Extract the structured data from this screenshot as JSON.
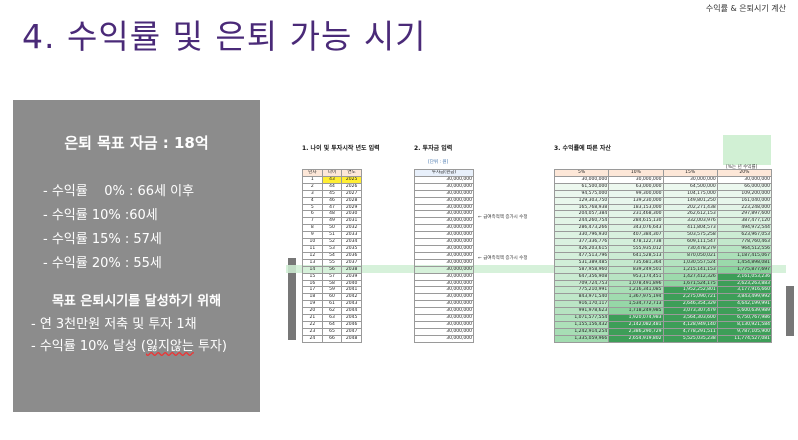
{
  "slide_tag": "수익률 & 은퇴시기 계산",
  "title": "4. 수익률 및 은퇴 가능 시기",
  "panel": {
    "goal": "은퇴 목표 자금 : 18억",
    "plan": [
      "- 수익률    0% : 66세 이후",
      "- 수익률 10% :60세",
      "- 수익률 15% : 57세",
      "- 수익률 20% : 55세"
    ],
    "target_title": "목표 은퇴시기를 달성하기 위해",
    "step1": "- 연 3천만원 저축 및 투자 1채",
    "step2_a": "- 수익률 10% 달성 (",
    "step2_b": "잃지않는",
    "step2_c": " 투자)"
  },
  "sheet": {
    "sec1": "1. 나이 및 투자시작 년도 입력",
    "sec2": "2. 투자금 입력",
    "sec3": "3. 수익률에 따른 자산",
    "unit": "[단위 : 원]",
    "ret_note": "[%는 년 수익률]",
    "note": "← 급여측적액 증가시 수정",
    "age_headers": [
      "년차",
      "나이",
      "연도"
    ],
    "inv_header": "투자금(원금)",
    "ret_headers": [
      "5%",
      "10%",
      "15%",
      "20%"
    ],
    "age_rows": [
      [
        "1",
        "43",
        "2025"
      ],
      [
        "2",
        "44",
        "2026"
      ],
      [
        "3",
        "45",
        "2027"
      ],
      [
        "4",
        "46",
        "2028"
      ],
      [
        "5",
        "47",
        "2029"
      ],
      [
        "6",
        "48",
        "2030"
      ],
      [
        "7",
        "49",
        "2031"
      ],
      [
        "8",
        "50",
        "2032"
      ],
      [
        "9",
        "51",
        "2033"
      ],
      [
        "10",
        "52",
        "2034"
      ],
      [
        "11",
        "53",
        "2035"
      ],
      [
        "12",
        "54",
        "2036"
      ],
      [
        "13",
        "55",
        "2037"
      ],
      [
        "14",
        "56",
        "2038"
      ],
      [
        "15",
        "57",
        "2039"
      ],
      [
        "16",
        "58",
        "2040"
      ],
      [
        "17",
        "59",
        "2041"
      ],
      [
        "18",
        "60",
        "2042"
      ],
      [
        "19",
        "61",
        "2043"
      ],
      [
        "20",
        "62",
        "2044"
      ],
      [
        "21",
        "63",
        "2045"
      ],
      [
        "22",
        "64",
        "2046"
      ],
      [
        "23",
        "65",
        "2047"
      ],
      [
        "24",
        "66",
        "2048"
      ]
    ],
    "inv_value": "30,000,000",
    "ret_rows": [
      [
        "30,000,000",
        "30,000,000",
        "30,000,000",
        "30,000,000"
      ],
      [
        "61,500,000",
        "63,000,000",
        "64,500,000",
        "66,000,000"
      ],
      [
        "94,575,000",
        "99,300,000",
        "104,175,000",
        "109,200,000"
      ],
      [
        "129,303,750",
        "139,230,000",
        "149,801,250",
        "161,040,000"
      ],
      [
        "165,768,938",
        "183,153,000",
        "202,271,438",
        "223,248,000"
      ],
      [
        "204,057,384",
        "231,468,300",
        "262,612,153",
        "297,897,600"
      ],
      [
        "244,260,754",
        "284,615,130",
        "332,003,976",
        "387,477,120"
      ],
      [
        "286,473,266",
        "343,076,643",
        "411,804,573",
        "494,972,544"
      ],
      [
        "330,796,930",
        "407,384,307",
        "503,575,258",
        "623,967,053"
      ],
      [
        "377,336,776",
        "478,122,738",
        "609,111,547",
        "778,760,463"
      ],
      [
        "426,203,615",
        "555,935,012",
        "730,478,279",
        "964,512,556"
      ],
      [
        "477,513,796",
        "641,528,513",
        "870,050,021",
        "1,187,415,067"
      ],
      [
        "531,389,485",
        "735,681,364",
        "1,030,557,524",
        "1,454,898,081"
      ],
      [
        "587,958,960",
        "839,249,501",
        "1,215,141,153",
        "1,775,877,697"
      ],
      [
        "647,356,908",
        "953,174,451",
        "1,427,412,326",
        "2,161,053,236"
      ],
      [
        "709,724,753",
        "1,078,491,896",
        "1,671,524,175",
        "2,623,263,883"
      ],
      [
        "775,210,991",
        "1,216,341,085",
        "1,952,252,801",
        "3,177,916,660"
      ],
      [
        "843,971,540",
        "1,367,975,194",
        "2,275,090,721",
        "3,843,499,992"
      ],
      [
        "916,170,117",
        "1,534,772,713",
        "2,646,354,329",
        "4,642,199,991"
      ],
      [
        "991,978,623",
        "1,718,249,985",
        "3,073,307,479",
        "5,600,639,989"
      ],
      [
        "1,071,577,554",
        "1,920,074,983",
        "3,564,303,600",
        "6,750,767,986"
      ],
      [
        "1,155,156,432",
        "2,142,082,481",
        "4,128,949,140",
        "8,130,921,584"
      ],
      [
        "1,242,914,254",
        "2,386,290,729",
        "4,778,291,511",
        "9,787,105,900"
      ],
      [
        "1,335,059,966",
        "2,654,919,802",
        "5,525,035,238",
        "11,774,527,081"
      ]
    ]
  }
}
